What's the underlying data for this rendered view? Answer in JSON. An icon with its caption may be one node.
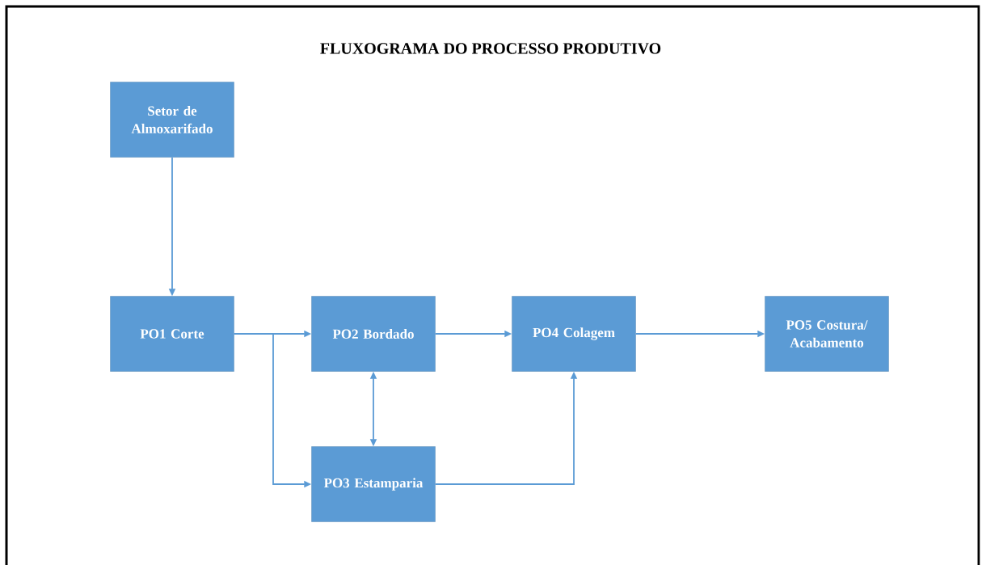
{
  "diagram": {
    "title": "FLUXOGRAMA DO PROCESSO PRODUTIVO",
    "nodes": [
      {
        "text": [
          "Setor de Almoxarifado"
        ]
      },
      {
        "text": [
          "PO1 Corte"
        ]
      },
      {
        "text": [
          "PO2 Bordado"
        ]
      },
      {
        "text": [
          "PO4 Colagem"
        ]
      },
      {
        "text": [
          "PO5 Costura/ Acabamento"
        ]
      },
      {
        "text": [
          "PO3 Estamparia"
        ]
      }
    ],
    "edges": [
      {
        "from": 0,
        "to": 1,
        "arrow": "to"
      },
      {
        "from": 1,
        "to": 2,
        "arrow": "to"
      },
      {
        "from": 1,
        "to": 5,
        "arrow": "to"
      },
      {
        "from": 2,
        "to": 3,
        "arrow": "to"
      },
      {
        "from": 3,
        "to": 4,
        "arrow": "to"
      },
      {
        "from": 2,
        "to": 5,
        "arrow": "both"
      },
      {
        "from": 5,
        "to": 3,
        "arrow": "to"
      }
    ]
  }
}
